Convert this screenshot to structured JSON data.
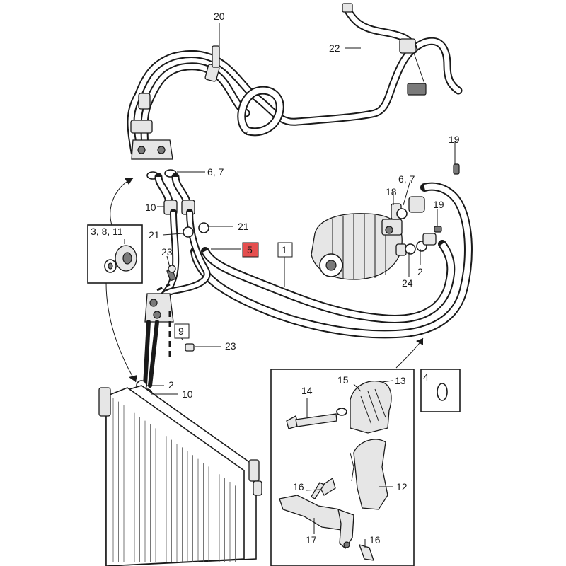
{
  "diagram": {
    "callouts": [
      {
        "id": "c20",
        "text": "20"
      },
      {
        "id": "c22",
        "text": "22"
      },
      {
        "id": "c19a",
        "text": "19"
      },
      {
        "id": "c67a",
        "text": "6, 7"
      },
      {
        "id": "c67b",
        "text": "6, 7"
      },
      {
        "id": "c18",
        "text": "18"
      },
      {
        "id": "c19b",
        "text": "19"
      },
      {
        "id": "c10a",
        "text": "10"
      },
      {
        "id": "c21a",
        "text": "21"
      },
      {
        "id": "c21b",
        "text": "21"
      },
      {
        "id": "c3811",
        "text": "3, 8, 11"
      },
      {
        "id": "c23a",
        "text": "23"
      },
      {
        "id": "c5",
        "text": "5"
      },
      {
        "id": "c1",
        "text": "1"
      },
      {
        "id": "c2a",
        "text": "2"
      },
      {
        "id": "c24",
        "text": "24"
      },
      {
        "id": "c9",
        "text": "9"
      },
      {
        "id": "c23b",
        "text": "23"
      },
      {
        "id": "c2b",
        "text": "2"
      },
      {
        "id": "c10b",
        "text": "10"
      },
      {
        "id": "c14",
        "text": "14"
      },
      {
        "id": "c15",
        "text": "15"
      },
      {
        "id": "c13",
        "text": "13"
      },
      {
        "id": "c4",
        "text": "4"
      },
      {
        "id": "c12",
        "text": "12"
      },
      {
        "id": "c16a",
        "text": "16"
      },
      {
        "id": "c17",
        "text": "17"
      },
      {
        "id": "c16b",
        "text": "16"
      }
    ],
    "highlight_color": "#e03030"
  }
}
